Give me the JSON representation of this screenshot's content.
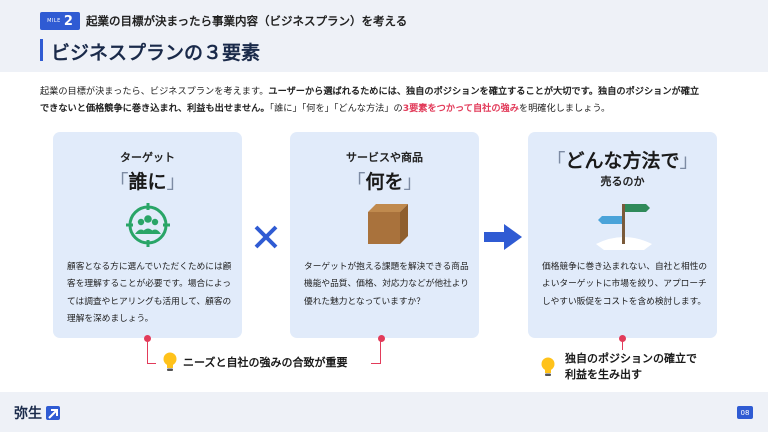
{
  "header": {
    "step_label": "MILE",
    "step_number": "2",
    "subtitle": "起業の目標が決まったら事業内容（ビジネスプラン）を考える",
    "title": "ビジネスプランの３要素"
  },
  "intro": {
    "line1_a": "起業の目標が決まったら、ビジネスプランを考えます。",
    "line1_b": "ユーザーから選ばれるためには、独自のポジションを確立することが大切です。独自のポジションが確立",
    "line2_a": "できないと価格競争に巻き込まれ、利益も出せません。",
    "line2_b": "「誰に」「何を」「どんな方法」の",
    "line2_red": "3要素をつかって自社の強み",
    "line2_c": "を明確化しましょう。"
  },
  "cards": [
    {
      "top": "ターゲット",
      "main": "誰に",
      "icon": "target-people-icon",
      "body": "顧客となる方に選んでいただくためには顧客を理解することが必要です。場合によっては調査やヒアリングも活用して、顧客の理解を深めましょう。"
    },
    {
      "top": "サービスや商品",
      "main": "何を",
      "icon": "box-icon",
      "body": "ターゲットが抱える課題を解決できる商品機能や品質、価格、対応力などが他社より優れた魅力となっていますか？"
    },
    {
      "main": "どんな方法で",
      "sub": "売るのか",
      "icon": "signpost-icon",
      "body": "価格競争に巻き込まれない、自社と相性のよいターゲットに市場を絞り、アプローチしやすい販促をコストを含め検討します。"
    }
  ],
  "notes": {
    "note1": "ニーズと自社の強みの合致が重要",
    "note2_line1": "独自のポジションの確立で",
    "note2_line2": "利益を生み出す"
  },
  "footer": {
    "logo": "弥生",
    "page": "08"
  },
  "colors": {
    "accent_blue": "#2f5bd3",
    "accent_red": "#e23b5a",
    "card_bg": "#e1ebfa",
    "icon_green": "#29a567"
  }
}
